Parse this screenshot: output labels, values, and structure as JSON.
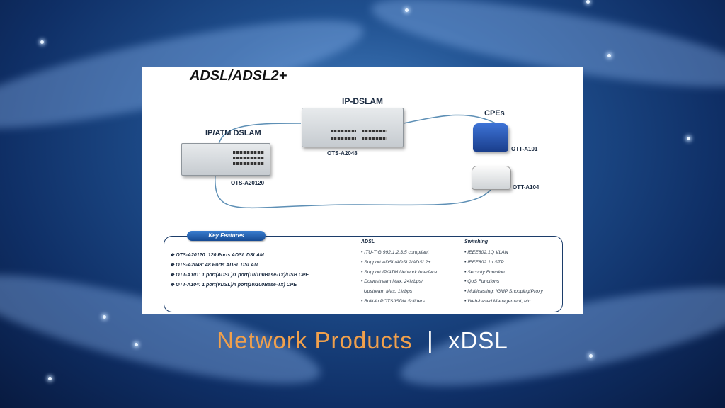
{
  "slide": {
    "title": "ADSL/ADSL2+",
    "ip_dslam": {
      "label": "IP-DSLAM",
      "model": "OTS-A2048"
    },
    "ipatm_dslam": {
      "label": "IP/ATM DSLAM",
      "model": "OTS-A20120"
    },
    "cpes": {
      "label": "CPEs",
      "model1": "OTT-A101",
      "model2": "OTT-A104"
    },
    "key_features_label": "Key Features",
    "features": [
      "❖ OTS-A20120: 120 Ports ADSL DSLAM",
      "❖ OTS-A2048: 48 Ports ADSL DSLAM",
      "❖ OTT-A101: 1 port(ADSL)/1 port(10/100Base-Tx)/USB CPE",
      "❖ OTT-A104: 1 port(VDSL)/4 port(10/100Base-Tx) CPE"
    ],
    "adsl": {
      "title": "ADSL",
      "items": [
        "• ITU-T G.992.1,2,3,5 compliant",
        "• Support ADSL/ADSL2/ADSL2+",
        "• Support IP/ATM Network Interface",
        "• Downstream Max. 24Mbps/",
        "  Upstream Max. 1Mbps",
        "• Built-in POTS/ISDN Splitters"
      ]
    },
    "switching": {
      "title": "Switching",
      "items": [
        "• IEEE802.1Q VLAN",
        "• IEEE802.1d STP",
        "• Security Function",
        "• QoS Functions",
        "• Multicasting: IGMP Snooping/Proxy",
        "• Web-based Management, etc."
      ]
    }
  },
  "caption": {
    "part1": "Network Products",
    "separator": "|",
    "part2": "xDSL"
  },
  "colors": {
    "accent_orange": "#f0a04c",
    "background_blue": "#1f4f8e",
    "frame_navy": "#1c3d6a"
  }
}
